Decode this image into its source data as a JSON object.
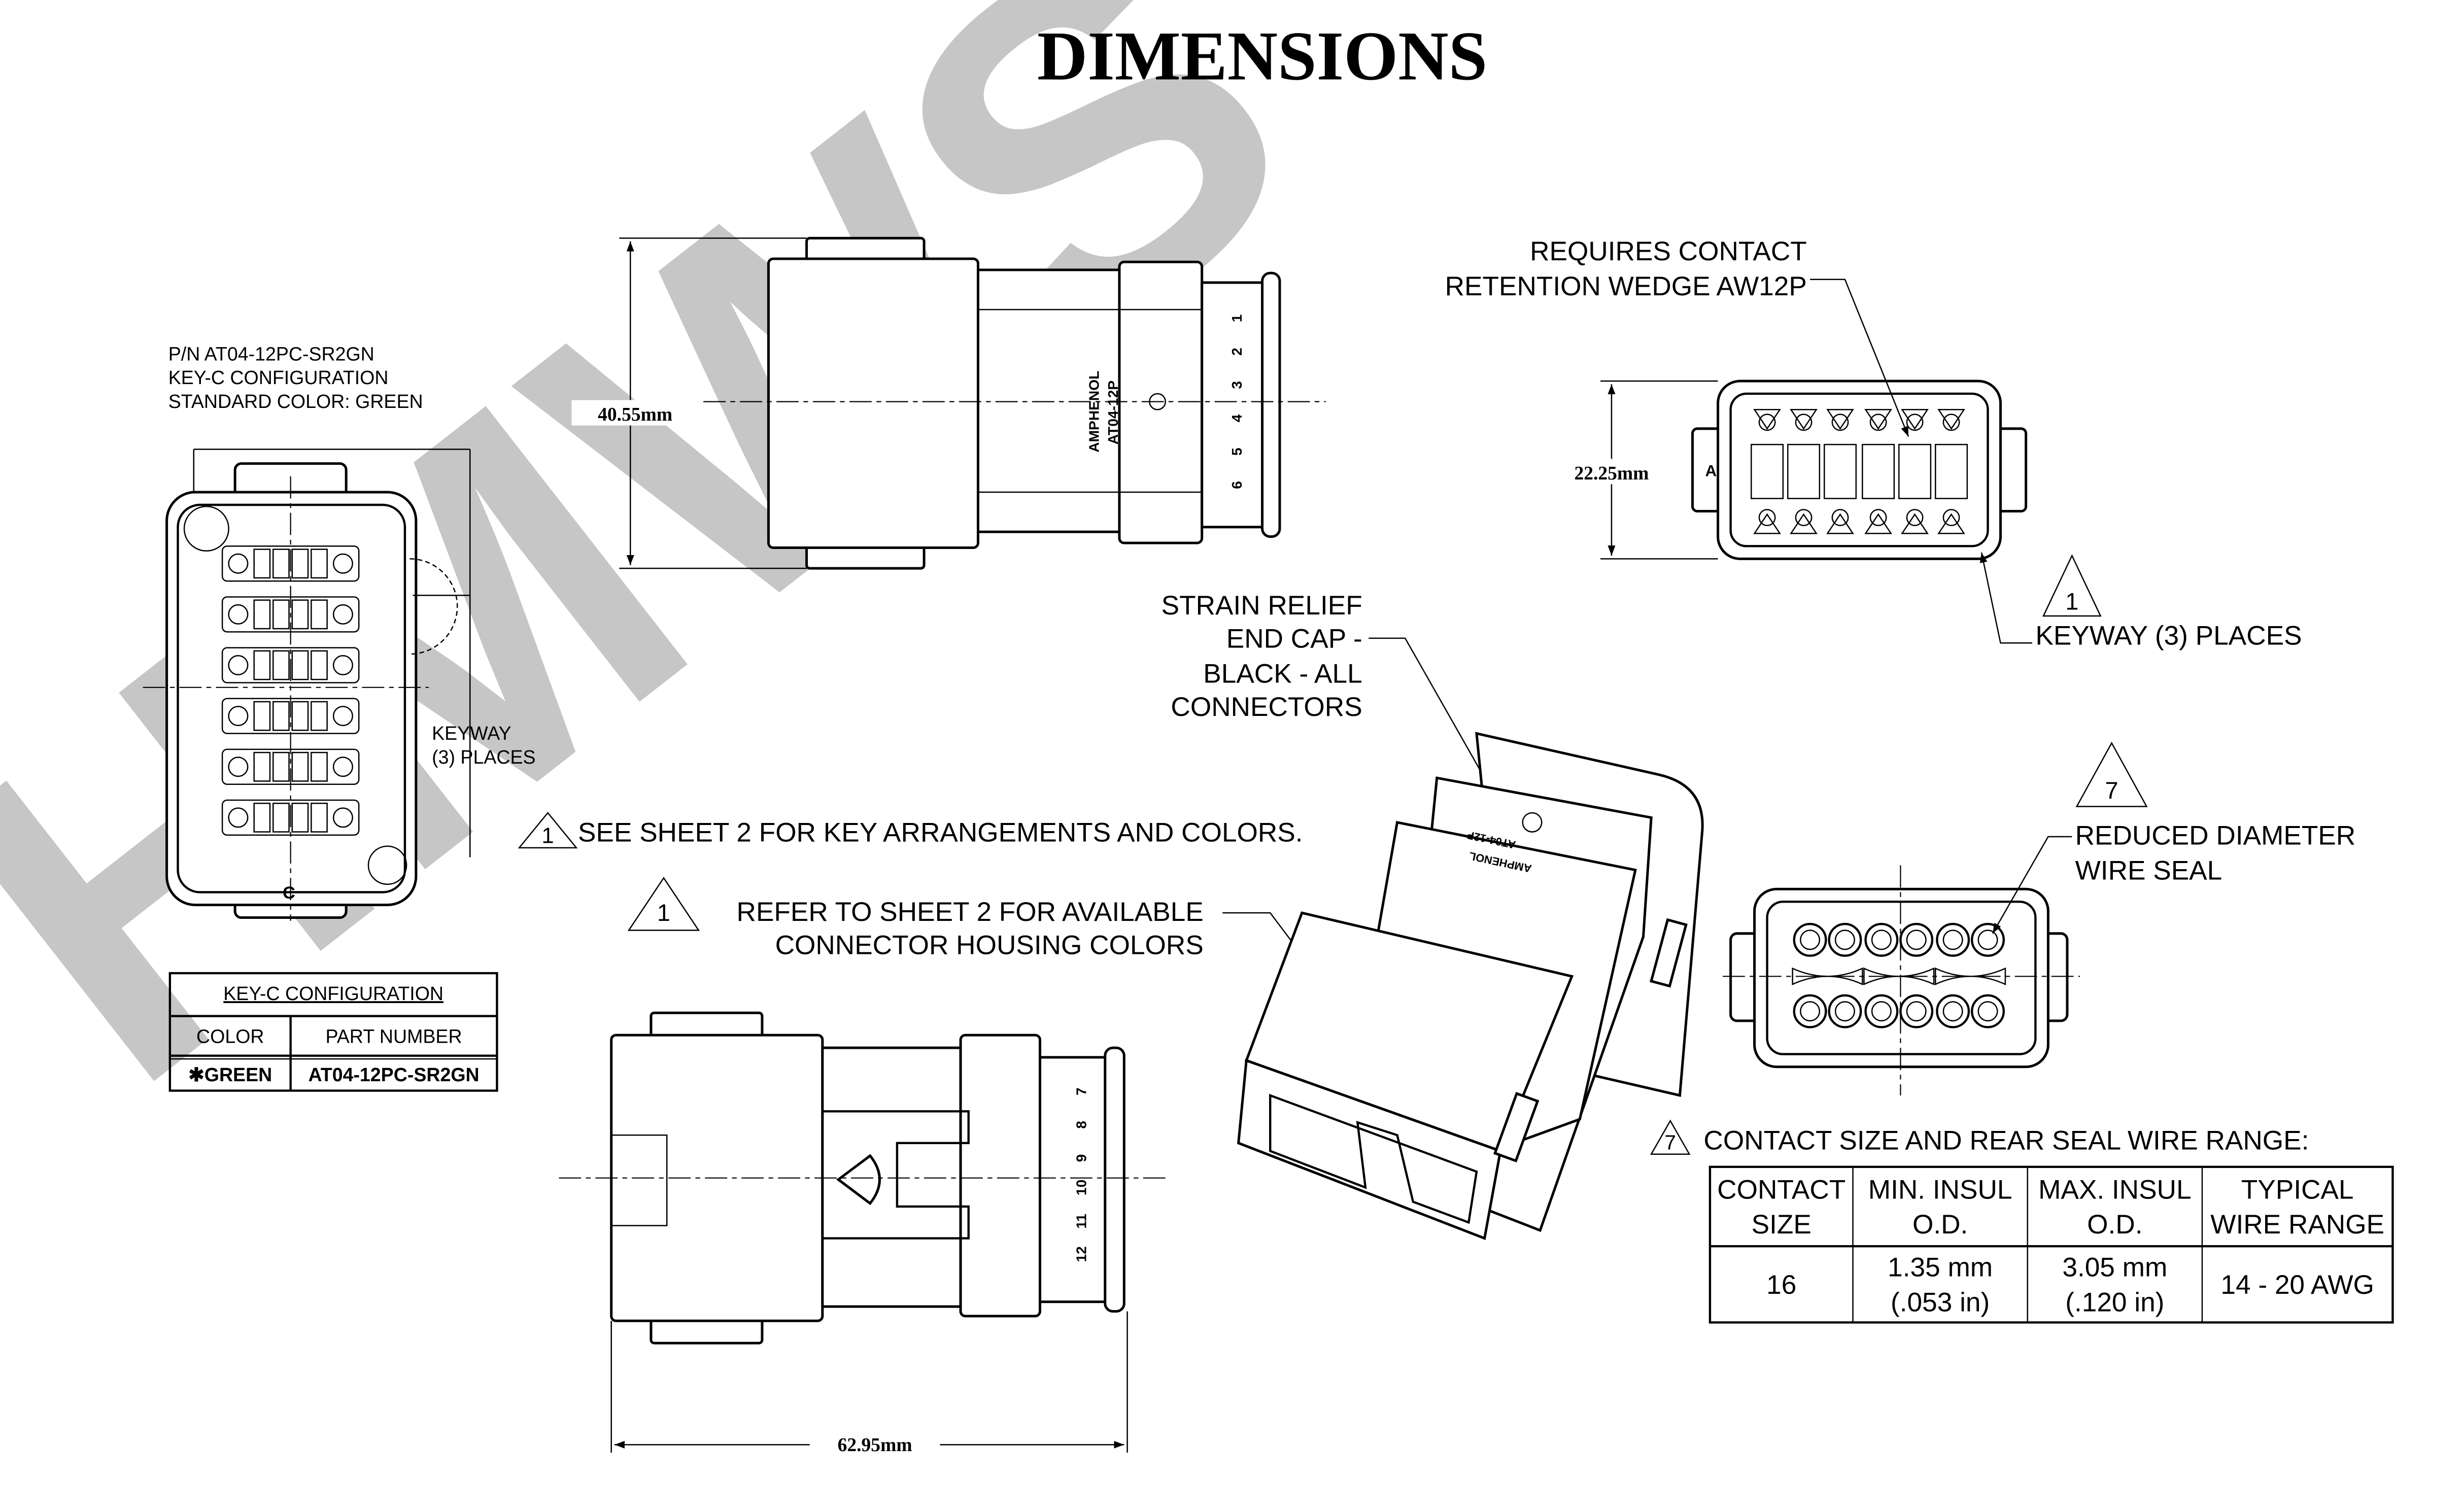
{
  "title": "DIMENSIONS",
  "watermark": "HMWS",
  "part_info": {
    "line1": "P/N AT04-12PC-SR2GN",
    "line2": "KEY-C CONFIGURATION",
    "line3": "STANDARD COLOR: GREEN"
  },
  "front_view_left": {
    "keyway_line1": "KEYWAY",
    "keyway_line2": "(3) PLACES",
    "key_letter": "C"
  },
  "key_table": {
    "title": "KEY-C CONFIGURATION",
    "headers": [
      "COLOR",
      "PART NUMBER"
    ],
    "rows": [
      {
        "color": "✱GREEN",
        "part_number": "AT04-12PC-SR2GN"
      }
    ]
  },
  "side_view_top": {
    "dimension": "40.55mm",
    "brand": "AMPHENOL",
    "model": "AT04-12P",
    "pin_numbers": [
      "1",
      "2",
      "3",
      "4",
      "5",
      "6"
    ]
  },
  "side_view_bottom": {
    "dimension": "62.95mm",
    "pin_numbers": [
      "7",
      "8",
      "9",
      "10",
      "11",
      "12"
    ]
  },
  "front_view_right": {
    "dimension": "22.25mm",
    "key_letter": "A",
    "callout_line1": "REQUIRES CONTACT",
    "callout_line2": "RETENTION WEDGE AW12P",
    "keyway_note_num": "1",
    "keyway_label": "KEYWAY (3) PLACES"
  },
  "strain_relief": {
    "lines": [
      "STRAIN RELIEF",
      "END CAP -",
      "BLACK - ALL",
      "CONNECTORS"
    ]
  },
  "notes": {
    "note1_num": "1",
    "note1_text": "SEE SHEET 2 FOR KEY ARRANGEMENTS AND COLORS.",
    "note2_num": "1",
    "note2_line1": "REFER TO SHEET 2 FOR AVAILABLE",
    "note2_line2": "CONNECTOR HOUSING COLORS"
  },
  "rear_view": {
    "note_num": "7",
    "line1": "REDUCED DIAMETER",
    "line2": "WIRE SEAL"
  },
  "wire_table": {
    "note_num": "7",
    "caption": "CONTACT SIZE AND REAR SEAL WIRE RANGE:",
    "headers": [
      [
        "CONTACT",
        "SIZE"
      ],
      [
        "MIN. INSUL",
        "O.D."
      ],
      [
        "MAX. INSUL",
        "O.D."
      ],
      [
        "TYPICAL",
        "WIRE RANGE"
      ]
    ],
    "row": [
      [
        "16"
      ],
      [
        "1.35 mm",
        "(.053 in)"
      ],
      [
        "3.05 mm",
        "(.120 in)"
      ],
      [
        "14 - 20 AWG"
      ]
    ]
  }
}
